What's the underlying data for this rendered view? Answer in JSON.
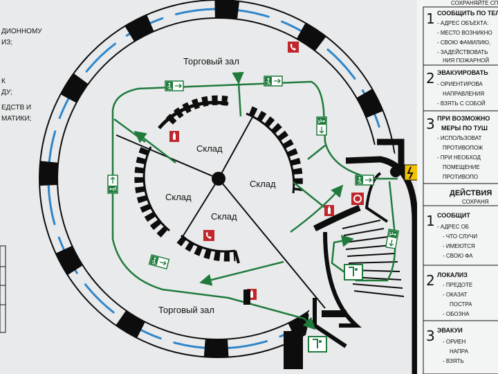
{
  "rooms": {
    "trade_hall_top": "Торговый зал",
    "trade_hall_bottom": "Торговый зал",
    "storage_top": "Склад",
    "storage_right": "Склад",
    "storage_left": "Склад",
    "storage_bottom": "Склад"
  },
  "left_notes": [
    "ДИОННОМУ",
    "ИЗ;",
    "К",
    "ДУ;",
    "ЕДСТВ И",
    "МАТИКИ;"
  ],
  "right_panel": {
    "top_cut": "СОХРАНЯЙТЕ СП",
    "sections": [
      {
        "num": "1",
        "title": "СООБЩИТЬ ПО ТЕЛ",
        "lines": [
          "- АДРЕС ОБЪЕКТА:",
          "- МЕСТО ВОЗНИКНО",
          "- СВОЮ ФАМИЛИЮ,",
          "- ЗАДЕЙСТВОВАТЬ",
          "НИЯ ПОЖАРНОЙ"
        ]
      },
      {
        "num": "2",
        "title": "ЭВАКУИРОВАТЬ",
        "lines": [
          "- ОРИЕНТИРОВА",
          "НАПРАВЛЕНИЯ",
          "- ВЗЯТЬ С СОБОЙ"
        ]
      },
      {
        "num": "3",
        "title": "ПРИ ВОЗМОЖНО",
        "lines": [
          "МЕРЫ ПО ТУШ",
          "- ИСПОЛЬЗОВАТ",
          "ПРОТИВОПОЖ",
          "- ПРИ НЕОБХОД",
          "ПОМЕЩЕНИЕ",
          "ПРОТИВОПО"
        ]
      }
    ],
    "header2": "ДЕЙСТВИЯ",
    "header2_sub": "СОХРАНЯ",
    "sections2": [
      {
        "num": "1",
        "title": "СООБЩИТ",
        "lines": [
          "- АДРЕС ОБ",
          "- ЧТО СЛУЧИ",
          "- ИМЕЮТСЯ",
          "- СВОЮ ФА"
        ]
      },
      {
        "num": "2",
        "title": "ЛОКАЛИЗ",
        "lines": [
          "- ПРЕДОТЕ",
          "- ОКАЗАТ",
          "ПОСТРА",
          "- ОБОЗНА"
        ]
      },
      {
        "num": "3",
        "title": "ЭВАКУИ",
        "lines": [
          "- ОРИЕН",
          "НАПРА",
          "- ВЗЯТЬ"
        ]
      }
    ]
  },
  "colors": {
    "evac_route": "#1f7a3c",
    "fire_sign": "#c0272d",
    "wall": "#0d0d0d",
    "window": "#2f86c9",
    "background": "#e9eaeb"
  },
  "icons": [
    "exit-sign-icon",
    "fire-extinguisher-icon",
    "phone-icon",
    "fire-alarm-icon",
    "high-voltage-icon"
  ]
}
